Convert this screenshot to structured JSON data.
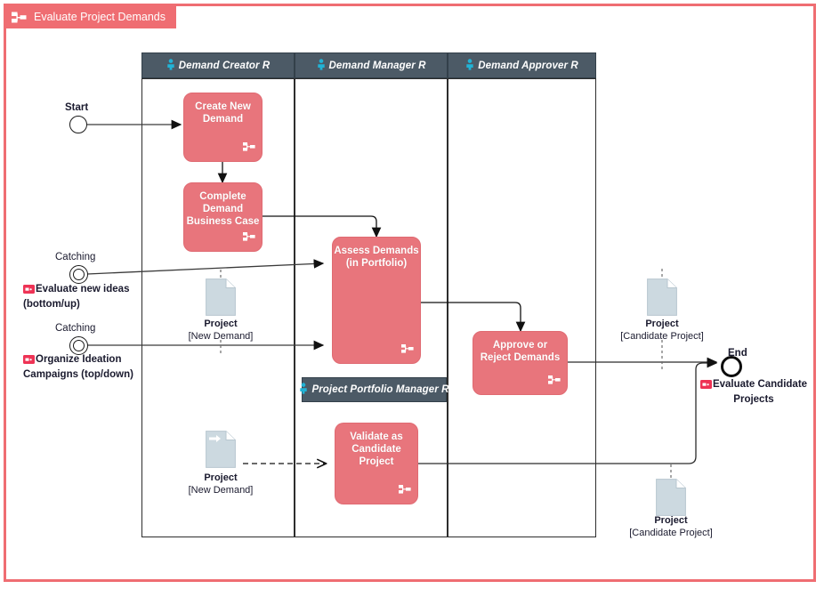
{
  "diagram": {
    "title": "Evaluate Project Demands",
    "title_icon": "process-pool-icon",
    "accent_color": "#ef6d72",
    "task_color": "#e8757c",
    "lane_header_color": "#4c5a66",
    "data_object_color": "#ccd9e0",
    "type": "bpmn-collaboration-diagram"
  },
  "lanes": [
    {
      "id": "demand-creator",
      "label": "Demand Creator R",
      "icon": "person-icon"
    },
    {
      "id": "demand-manager",
      "label": "Demand Manager R",
      "icon": "person-icon"
    },
    {
      "id": "demand-approver",
      "label": "Demand Approver R",
      "icon": "person-icon"
    },
    {
      "id": "project-portfolio-manager",
      "label": "Project Portfolio Manager R",
      "icon": "person-icon"
    }
  ],
  "tasks": [
    {
      "id": "create-new-demand",
      "lane": "demand-creator",
      "lines": [
        "Create New",
        "Demand"
      ],
      "marker": "subprocess-marker"
    },
    {
      "id": "complete-demand-business-case",
      "lane": "demand-creator",
      "lines": [
        "Complete",
        "Demand",
        "Business Case"
      ],
      "marker": "subprocess-marker"
    },
    {
      "id": "assess-demands",
      "lane": "demand-manager",
      "lines": [
        "Assess Demands",
        "(in Portfolio)"
      ],
      "marker": "subprocess-marker"
    },
    {
      "id": "approve-or-reject-demands",
      "lane": "demand-approver",
      "lines": [
        "Approve or",
        "Reject Demands"
      ],
      "marker": "subprocess-marker"
    },
    {
      "id": "validate-as-candidate-project",
      "lane": "project-portfolio-manager",
      "lines": [
        "Validate as",
        "Candidate",
        "Project"
      ],
      "marker": "subprocess-marker"
    }
  ],
  "events": [
    {
      "id": "start-event",
      "type": "start",
      "label": "Start"
    },
    {
      "id": "catching-event-1",
      "type": "intermediate-catching",
      "label": "Catching",
      "annotation": [
        "Evaluate new ideas",
        "(bottom/up)"
      ]
    },
    {
      "id": "catching-event-2",
      "type": "intermediate-catching",
      "label": "Catching",
      "annotation": [
        "Organize Ideation",
        "Campaigns (top/down)"
      ]
    },
    {
      "id": "end-event",
      "type": "end",
      "label": "End",
      "annotation": [
        "Evaluate Candidate",
        "Projects"
      ]
    }
  ],
  "data_objects": [
    {
      "id": "data-object-new-demand-1",
      "name": "Project",
      "state": "[New Demand]",
      "marker": "none"
    },
    {
      "id": "data-object-new-demand-2",
      "name": "Project",
      "state": "[New Demand]",
      "marker": "data-input-arrow"
    },
    {
      "id": "data-object-candidate-project-1",
      "name": "Project",
      "state": "[Candidate Project]",
      "marker": "none"
    },
    {
      "id": "data-object-candidate-project-2",
      "name": "Project",
      "state": "[Candidate Project]",
      "marker": "none"
    }
  ],
  "annotations": {
    "catching_1": "Evaluate new ideas",
    "catching_1_sub": "(bottom/up)",
    "catching_2": "Organize Ideation",
    "catching_2_sub": "Campaigns (top/down)",
    "end": "Evaluate Candidate",
    "end_sub": "Projects"
  }
}
